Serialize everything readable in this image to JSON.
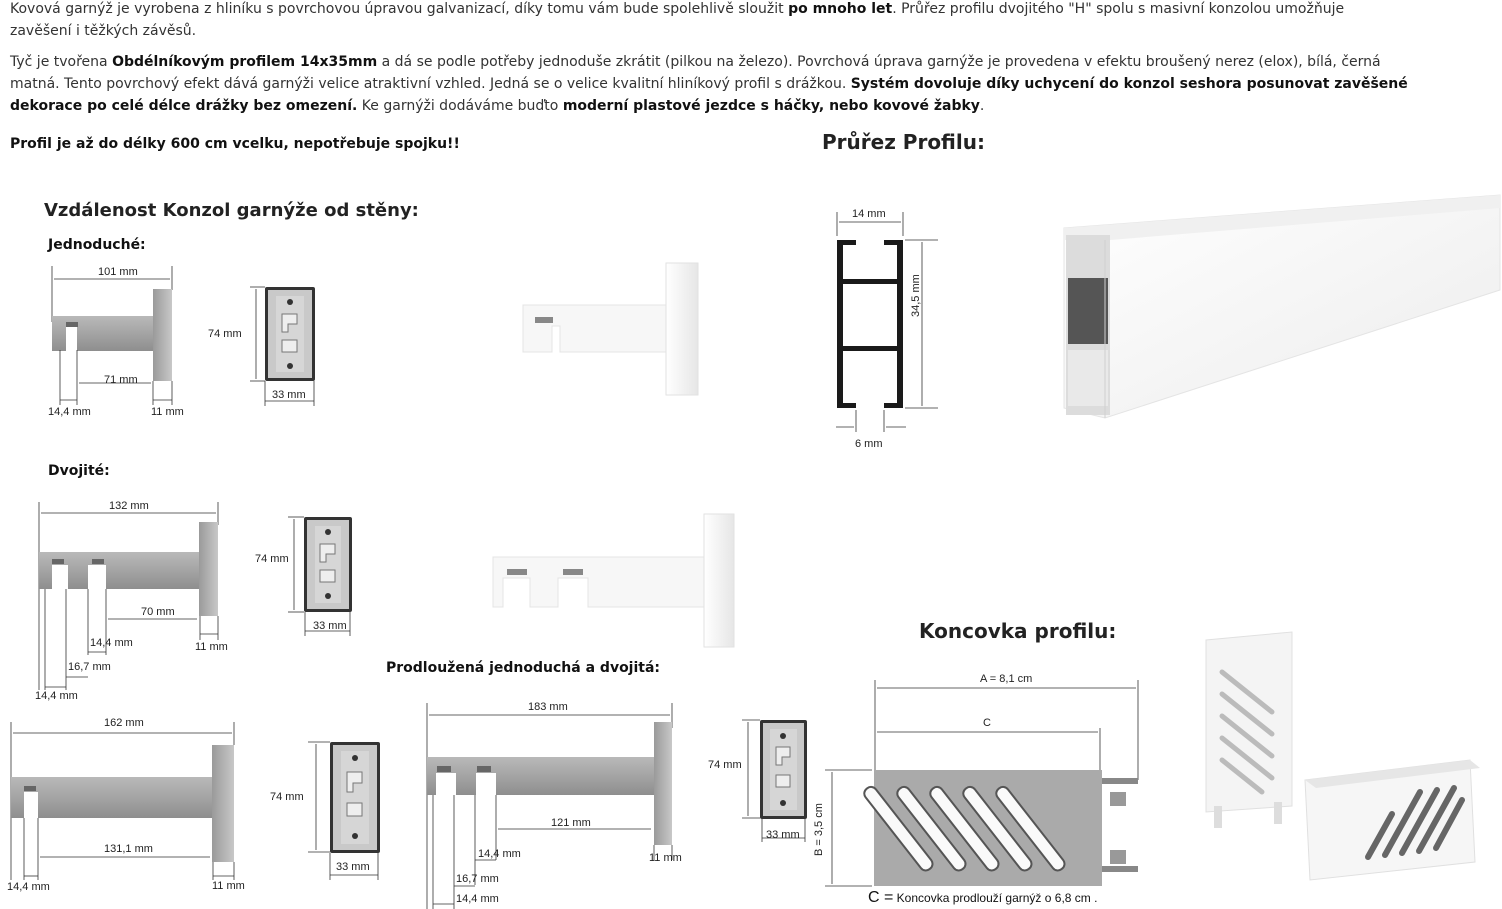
{
  "intro": {
    "p1_a": "Kovová garnýž je vyrobena z hliníku s povrchovou úpravou galvanizací, díky tomu vám bude spolehlivě sloužit ",
    "p1_b": "po mnoho let",
    "p1_c": ". Průřez profilu dvojitého \"H\" spolu s masivní konzolou umožňuje zavěšení i těžkých závěsů.",
    "p2_a": " Tyč je tvořena ",
    "p2_b": "Obdélníkovým profilem 14x35mm",
    "p2_c": " a dá se podle potřeby jednoduše zkrátit (pilkou na železo). Povrchová úprava garnýže je provedena v efektu broušený nerez (elox), bílá, černá matná. Tento povrchový efekt dává garnýži velice atraktivní vzhled. Jedná se o velice kvalitní hliníkový profil s drážkou. ",
    "p2_d": "Systém dovoluje díky uchycení do konzol seshora posunovat zavěšené dekorace po celé délce drážky bez omezení.",
    "p2_e": " Ke garnýži dodáváme buďto ",
    "p2_f": "moderní plastové jezdce s háčky, nebo kovové žabky",
    "p2_g": ".",
    "p3": "Profil je až do délky 600 cm vcelku, nepotřebuje spojku!!"
  },
  "sections": {
    "distance_title": "Vzdálenost Konzol garnýže od stěny:",
    "single": "Jednoduché:",
    "double": "Dvojité:",
    "extended": "Prodloužená jednoduchá a dvojitá:",
    "profile_title": "Průřez Profilu:",
    "endcap_title": "Koncovka profilu:"
  },
  "dims": {
    "s_len": "101 mm",
    "s_inner": "71 mm",
    "s_hook": "14,4 mm",
    "s_plate": "11 mm",
    "s_h": "74 mm",
    "s_w": "33 mm",
    "d_len": "132 mm",
    "d_inner": "70 mm",
    "d_hook1": "14,4 mm",
    "d_hook2": "16,7 mm",
    "d_hook3": "14,4 mm",
    "d_plate": "11 mm",
    "d_h": "74 mm",
    "d_w": "33 mm",
    "e1_len": "162 mm",
    "e1_inner": "131,1 mm",
    "e1_hook": "14,4 mm",
    "e1_plate": "11 mm",
    "e1_h": "74 mm",
    "e1_w": "33 mm",
    "e2_len": "183 mm",
    "e2_inner": "121 mm",
    "e2_hook1": "14,4 mm",
    "e2_hook2": "16,7 mm",
    "e2_hook3": "14,4 mm",
    "e2_plate": "11 mm",
    "e2_h": "74 mm",
    "e2_w": "33 mm",
    "p_top": "14 mm",
    "p_h": "34,5 mm",
    "p_bottom": "6 mm",
    "c_a": "A = 8,1 cm",
    "c_c": "C",
    "c_b": "B = 3,5 cm"
  },
  "endcap_caption_c": "C =",
  "endcap_caption": " Koncovka prodlouží garnýž o 6,8 cm .",
  "colors": {
    "steel": "#a8a8a8",
    "steel_dark": "#8f8f8f",
    "white_part": "#f4f4f4"
  }
}
